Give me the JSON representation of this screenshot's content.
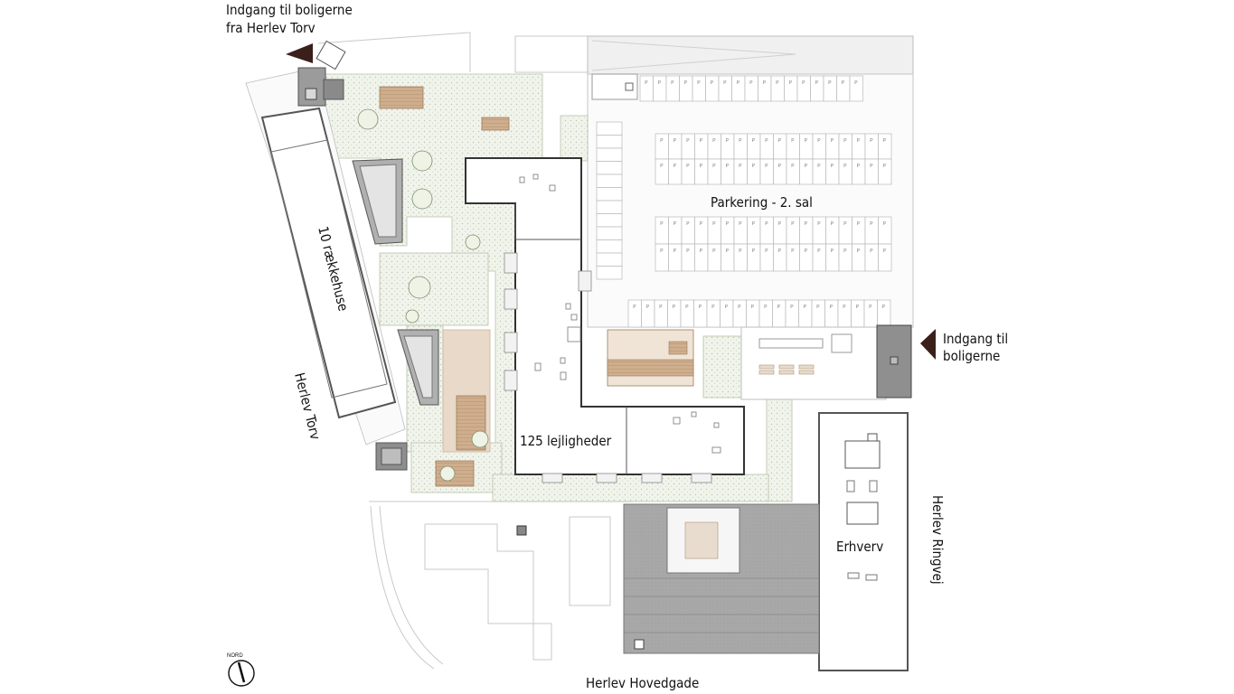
{
  "plan": {
    "entrances": {
      "herlev_torv_line1": "Indgang til boligerne",
      "herlev_torv_line2": "fra Herlev Torv",
      "east_line1": "Indgang til",
      "east_line2": "boligerne"
    },
    "buildings": {
      "rowhouses": "10 rækkehuse",
      "apartments": "125 lejligheder",
      "parking": "Parkering - 2. sal",
      "commercial": "Erhverv"
    },
    "streets": {
      "west": "Herlev Torv",
      "east": "Herlev Ringvej",
      "south": "Herlev Hovedgade"
    },
    "compass": {
      "label": "NORD"
    },
    "parking_marker": "P",
    "colors": {
      "outline": "#555555",
      "green": "#eef2e8",
      "green_dot": "#c8d4bc",
      "wood": "#c8a88a",
      "grey_block": "#a9a9a9",
      "dark_grey": "#7d7d7d",
      "arrow": "#3a1f1a"
    }
  }
}
